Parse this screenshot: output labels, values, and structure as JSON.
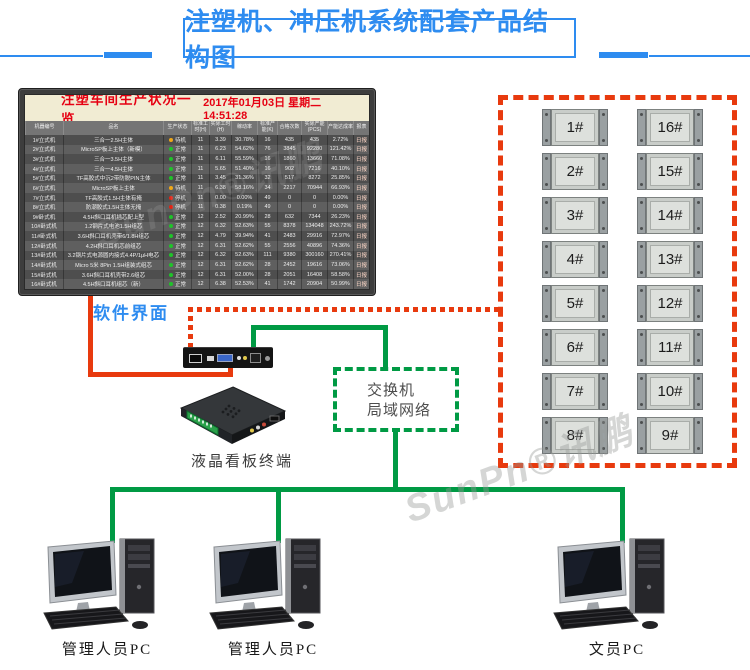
{
  "page": {
    "title": "注塑机、冲压机系统配套产品结构图"
  },
  "colors": {
    "accent_blue": "#2e8cf0",
    "line_red": "#e83a0e",
    "line_green": "#009a44",
    "dashboard_title_red": "#e60012",
    "status_running": "#1fc32a",
    "status_standby": "#f0a818",
    "status_stopped": "#e42313"
  },
  "labels": {
    "software_ui": "软件界面",
    "kanban_terminal": "液晶看板终端",
    "switch_line1": "交换机",
    "switch_line2": "局域网络"
  },
  "watermark": {
    "text": "SunPn®讯鹏"
  },
  "dashboard": {
    "title": "注塑车间生产状况一览",
    "datetime": "2017年01月03日 星期二 14:51:28",
    "columns": [
      "机器编号",
      "品名",
      "生产状态",
      "标准工时(H)",
      "实际工时(H)",
      "稼动率",
      "标准产能(K)",
      "合格次数",
      "实际产能(PCS)",
      "产能达成率",
      "报表"
    ],
    "rows": [
      {
        "no": "1#立式机",
        "name": "三合一2.5H主体",
        "status": "待机",
        "status_color": "#f0a818",
        "std_h": "11",
        "act_h": "3.39",
        "rate": "30.78%",
        "std_cap": "16",
        "ok": "435",
        "act_cap": "435",
        "achieve": "2.72%",
        "report": "日报"
      },
      {
        "no": "2#立式机",
        "name": "MicroSP板上主体（新模）",
        "status": "正常",
        "status_color": "#1fc32a",
        "std_h": "11",
        "act_h": "6.23",
        "rate": "54.62%",
        "std_cap": "76",
        "ok": "3845",
        "act_cap": "92280",
        "achieve": "121.42%",
        "report": "日报"
      },
      {
        "no": "3#立式机",
        "name": "三合一3.5H主体",
        "status": "正常",
        "status_color": "#1fc32a",
        "std_h": "11",
        "act_h": "6.11",
        "rate": "55.59%",
        "std_cap": "16",
        "ok": "1860",
        "act_cap": "13660",
        "achieve": "71.08%",
        "report": "日报"
      },
      {
        "no": "4#立式机",
        "name": "三合一4.5H主体",
        "status": "正常",
        "status_color": "#1fc32a",
        "std_h": "11",
        "act_h": "5.65",
        "rate": "51.40%",
        "std_cap": "16",
        "ok": "902",
        "act_cap": "7216",
        "achieve": "40.10%",
        "report": "日报"
      },
      {
        "no": "5#立式机",
        "name": "TF高胶式中沉2带防脱PIN主体",
        "status": "正常",
        "status_color": "#1fc32a",
        "std_h": "11",
        "act_h": "3.45",
        "rate": "31.36%",
        "std_cap": "32",
        "ok": "517",
        "act_cap": "8272",
        "achieve": "25.85%",
        "report": "日报"
      },
      {
        "no": "6#立式机",
        "name": "MicroSP板上主体",
        "status": "待机",
        "status_color": "#f0a818",
        "std_h": "11",
        "act_h": "6.38",
        "rate": "58.16%",
        "std_cap": "34",
        "ok": "2217",
        "act_cap": "70944",
        "achieve": "66.93%",
        "report": "日报"
      },
      {
        "no": "7#立式机",
        "name": "TF高胶式1.5H主体有掩",
        "status": "停机",
        "status_color": "#e42313",
        "std_h": "11",
        "act_h": "0.00",
        "rate": "0.00%",
        "std_cap": "49",
        "ok": "0",
        "act_cap": "0",
        "achieve": "0.00%",
        "report": "日报"
      },
      {
        "no": "8#立式机",
        "name": "防潮胶式1.5H主体无掩",
        "status": "停机",
        "status_color": "#e42313",
        "std_h": "11",
        "act_h": "0.38",
        "rate": "0.19%",
        "std_cap": "49",
        "ok": "0",
        "act_cap": "0",
        "achieve": "0.00%",
        "report": "日报"
      },
      {
        "no": "9#卧式机",
        "name": "4.5H斜口耳机插芯配上型",
        "status": "正常",
        "status_color": "#1fc32a",
        "std_h": "12",
        "act_h": "2.52",
        "rate": "20.99%",
        "std_cap": "28",
        "ok": "632",
        "act_cap": "7344",
        "achieve": "26.23%",
        "report": "日报"
      },
      {
        "no": "10#卧式机",
        "name": "1.2钢片式电池1.5H组芯",
        "status": "正常",
        "status_color": "#1fc32a",
        "std_h": "12",
        "act_h": "6.32",
        "rate": "52.63%",
        "std_cap": "55",
        "ok": "8378",
        "act_cap": "134048",
        "achieve": "243.72%",
        "report": "日报"
      },
      {
        "no": "11#卧式机",
        "name": "3.6H斜口耳机壳带6/1.8H组芯",
        "status": "正常",
        "status_color": "#1fc32a",
        "std_h": "12",
        "act_h": "4.79",
        "rate": "39.94%",
        "std_cap": "41",
        "ok": "2483",
        "act_cap": "29916",
        "achieve": "72.97%",
        "report": "日报"
      },
      {
        "no": "12#卧式机",
        "name": "4.2H斜口耳机芯前组芯",
        "status": "正常",
        "status_color": "#1fc32a",
        "std_h": "12",
        "act_h": "6.31",
        "rate": "52.62%",
        "std_cap": "55",
        "ok": "2556",
        "act_cap": "40896",
        "achieve": "74.36%",
        "report": "日报"
      },
      {
        "no": "13#卧式机",
        "name": "3.2钢片式电源圆内接式4.4P/1μH电芯",
        "status": "正常",
        "status_color": "#1fc32a",
        "std_h": "12",
        "act_h": "6.32",
        "rate": "52.63%",
        "std_cap": "111",
        "ok": "9380",
        "act_cap": "300160",
        "achieve": "270.41%",
        "report": "日报"
      },
      {
        "no": "14#卧式机",
        "name": "Micro 5米 8Pin 1.5H组装式组芯",
        "status": "正常",
        "status_color": "#1fc32a",
        "std_h": "12",
        "act_h": "6.31",
        "rate": "52.62%",
        "std_cap": "28",
        "ok": "2452",
        "act_cap": "19616",
        "achieve": "73.06%",
        "report": "日报"
      },
      {
        "no": "15#卧式机",
        "name": "3.6H斜口耳机壳带2.6组芯",
        "status": "正常",
        "status_color": "#1fc32a",
        "std_h": "12",
        "act_h": "6.31",
        "rate": "52.00%",
        "std_cap": "28",
        "ok": "2051",
        "act_cap": "16408",
        "achieve": "58.58%",
        "report": "日报"
      },
      {
        "no": "16#卧式机",
        "name": "4.5H斜口耳机组芯（新）",
        "status": "正常",
        "status_color": "#1fc32a",
        "std_h": "12",
        "act_h": "6.38",
        "rate": "52.53%",
        "std_cap": "41",
        "ok": "1742",
        "act_cap": "20904",
        "achieve": "50.99%",
        "report": "日报"
      }
    ]
  },
  "terminals": {
    "left": [
      "1#",
      "2#",
      "3#",
      "4#",
      "5#",
      "6#",
      "7#",
      "8#"
    ],
    "right": [
      "16#",
      "15#",
      "14#",
      "13#",
      "12#",
      "11#",
      "10#",
      "9#"
    ]
  },
  "pcs": [
    {
      "label": "管理人员PC"
    },
    {
      "label": "管理人员PC"
    },
    {
      "label": "文员PC"
    }
  ]
}
